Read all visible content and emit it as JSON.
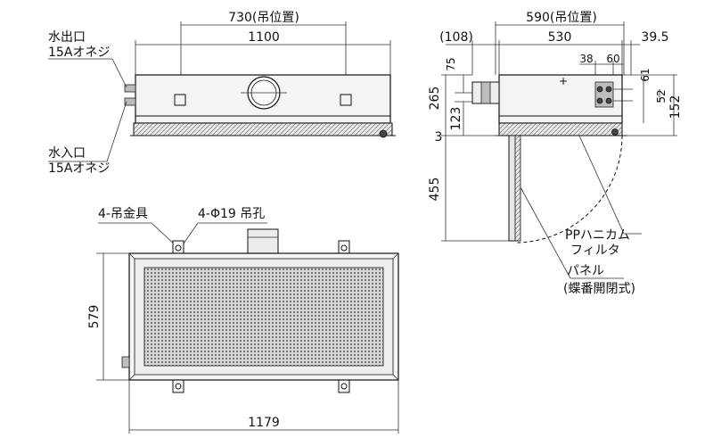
{
  "front_view": {
    "dim_hanger_pitch": "730(吊位置)",
    "dim_width": "1100",
    "label_water_out": "水出口",
    "label_water_out_thread": "15Aオネジ",
    "label_water_in": "水入口",
    "label_water_in_thread": "15Aオネジ"
  },
  "side_view": {
    "dim_hanger_pitch": "590(吊位置)",
    "dim_offset": "(108)",
    "dim_depth": "530",
    "dim_right": "39.5",
    "dim_38": "38",
    "dim_60": "60",
    "dim_75": "75",
    "dim_61": "61",
    "dim_265": "265",
    "dim_123": "123",
    "dim_52": "52",
    "dim_152": "152",
    "dim_3": "3",
    "dim_455": "455",
    "label_filter_1": "PPハニカム",
    "label_filter_2": "フィルタ",
    "label_panel_1": "パネル",
    "label_panel_2": "(蝶番開閉式)"
  },
  "plan_view": {
    "label_hanger_bracket": "4-吊金具",
    "label_hanger_hole": "4-Φ19 吊孔",
    "dim_height": "579",
    "dim_width": "1179"
  }
}
